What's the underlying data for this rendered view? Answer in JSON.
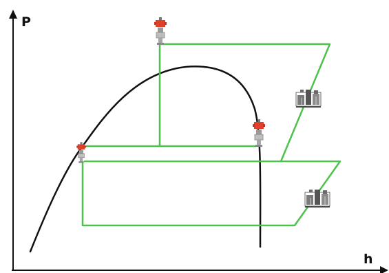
{
  "diagram": {
    "y_axis_label": "P",
    "x_axis_label": "h",
    "colors": {
      "axis": "#111111",
      "saturation_dome": "#111111",
      "cycle_lines": "#4cc24a",
      "valve_actuator": "#e0402a",
      "component_gray": "#7a7a7a"
    },
    "components": [
      {
        "name": "expansion-valve-top",
        "icon": "expansion-valve-icon"
      },
      {
        "name": "expansion-valve-left",
        "icon": "expansion-valve-icon"
      },
      {
        "name": "expansion-valve-right",
        "icon": "expansion-valve-icon"
      },
      {
        "name": "compressor-upper",
        "icon": "compressor-icon"
      },
      {
        "name": "compressor-lower",
        "icon": "compressor-icon"
      }
    ]
  }
}
